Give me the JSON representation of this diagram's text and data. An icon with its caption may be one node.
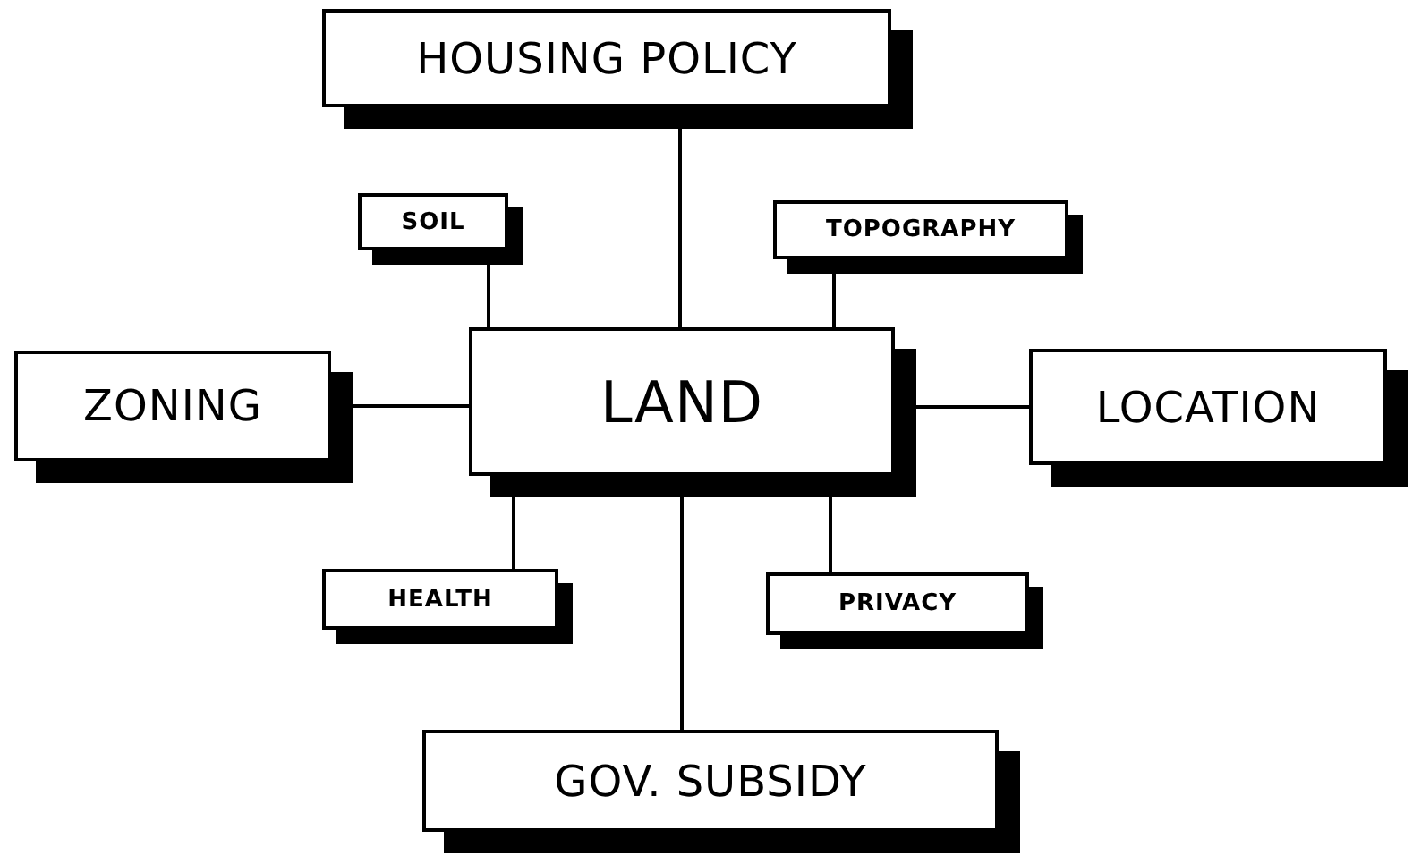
{
  "diagram": {
    "nodes": [
      {
        "text": [
          "HOUSING POLICY"
        ]
      },
      {
        "text": [
          "SOIL"
        ]
      },
      {
        "text": [
          "TOPOGRAPHY"
        ]
      },
      {
        "text": [
          "ZONING"
        ]
      },
      {
        "text": [
          "LAND"
        ]
      },
      {
        "text": [
          "LOCATION"
        ]
      },
      {
        "text": [
          "HEALTH"
        ]
      },
      {
        "text": [
          "PRIVACY"
        ]
      },
      {
        "text": [
          "GOV. SUBSIDY"
        ]
      }
    ],
    "edges": [
      {
        "from": 0,
        "to": 4,
        "arrow": "none"
      },
      {
        "from": 1,
        "to": 4,
        "arrow": "none"
      },
      {
        "from": 2,
        "to": 4,
        "arrow": "none"
      },
      {
        "from": 3,
        "to": 4,
        "arrow": "none"
      },
      {
        "from": 4,
        "to": 5,
        "arrow": "none"
      },
      {
        "from": 4,
        "to": 6,
        "arrow": "none"
      },
      {
        "from": 4,
        "to": 7,
        "arrow": "none"
      },
      {
        "from": 4,
        "to": 8,
        "arrow": "none"
      }
    ]
  }
}
